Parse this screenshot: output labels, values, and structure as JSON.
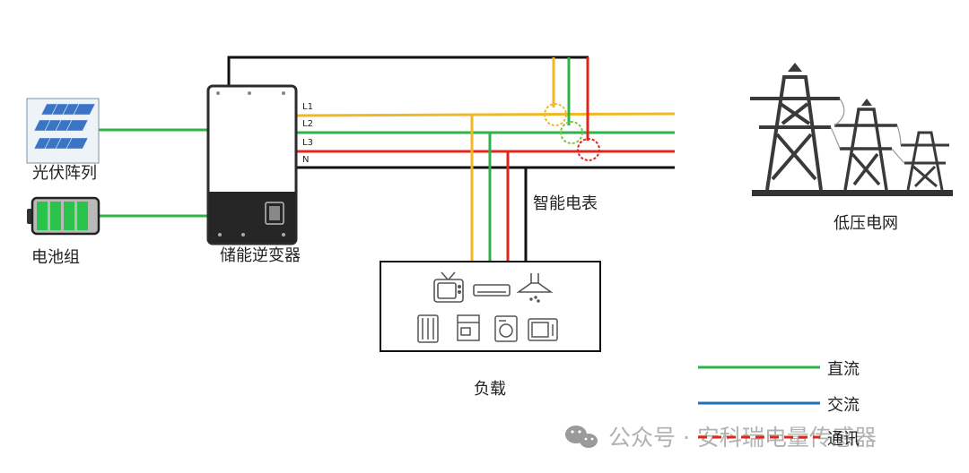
{
  "components": {
    "pv": "光伏阵列",
    "battery": "电池组",
    "inverter": "储能逆变器",
    "meter": "智能电表",
    "grid": "低压电网",
    "load": "负载"
  },
  "line_labels": [
    "L1",
    "L2",
    "L3",
    "N"
  ],
  "legend": [
    {
      "label": "直流",
      "color": "#2db34a",
      "style": "solid"
    },
    {
      "label": "交流",
      "color": "#1f6fb5",
      "style": "solid"
    },
    {
      "label": "通讯",
      "color": "#e0261c",
      "style": "dashed"
    }
  ],
  "watermark": "公众号 · 安科瑞电量传感器",
  "colors": {
    "L1": "#f2b824",
    "L2": "#2db34a",
    "L3": "#e0261c",
    "N": "#111111",
    "dc": "#2db34a"
  }
}
